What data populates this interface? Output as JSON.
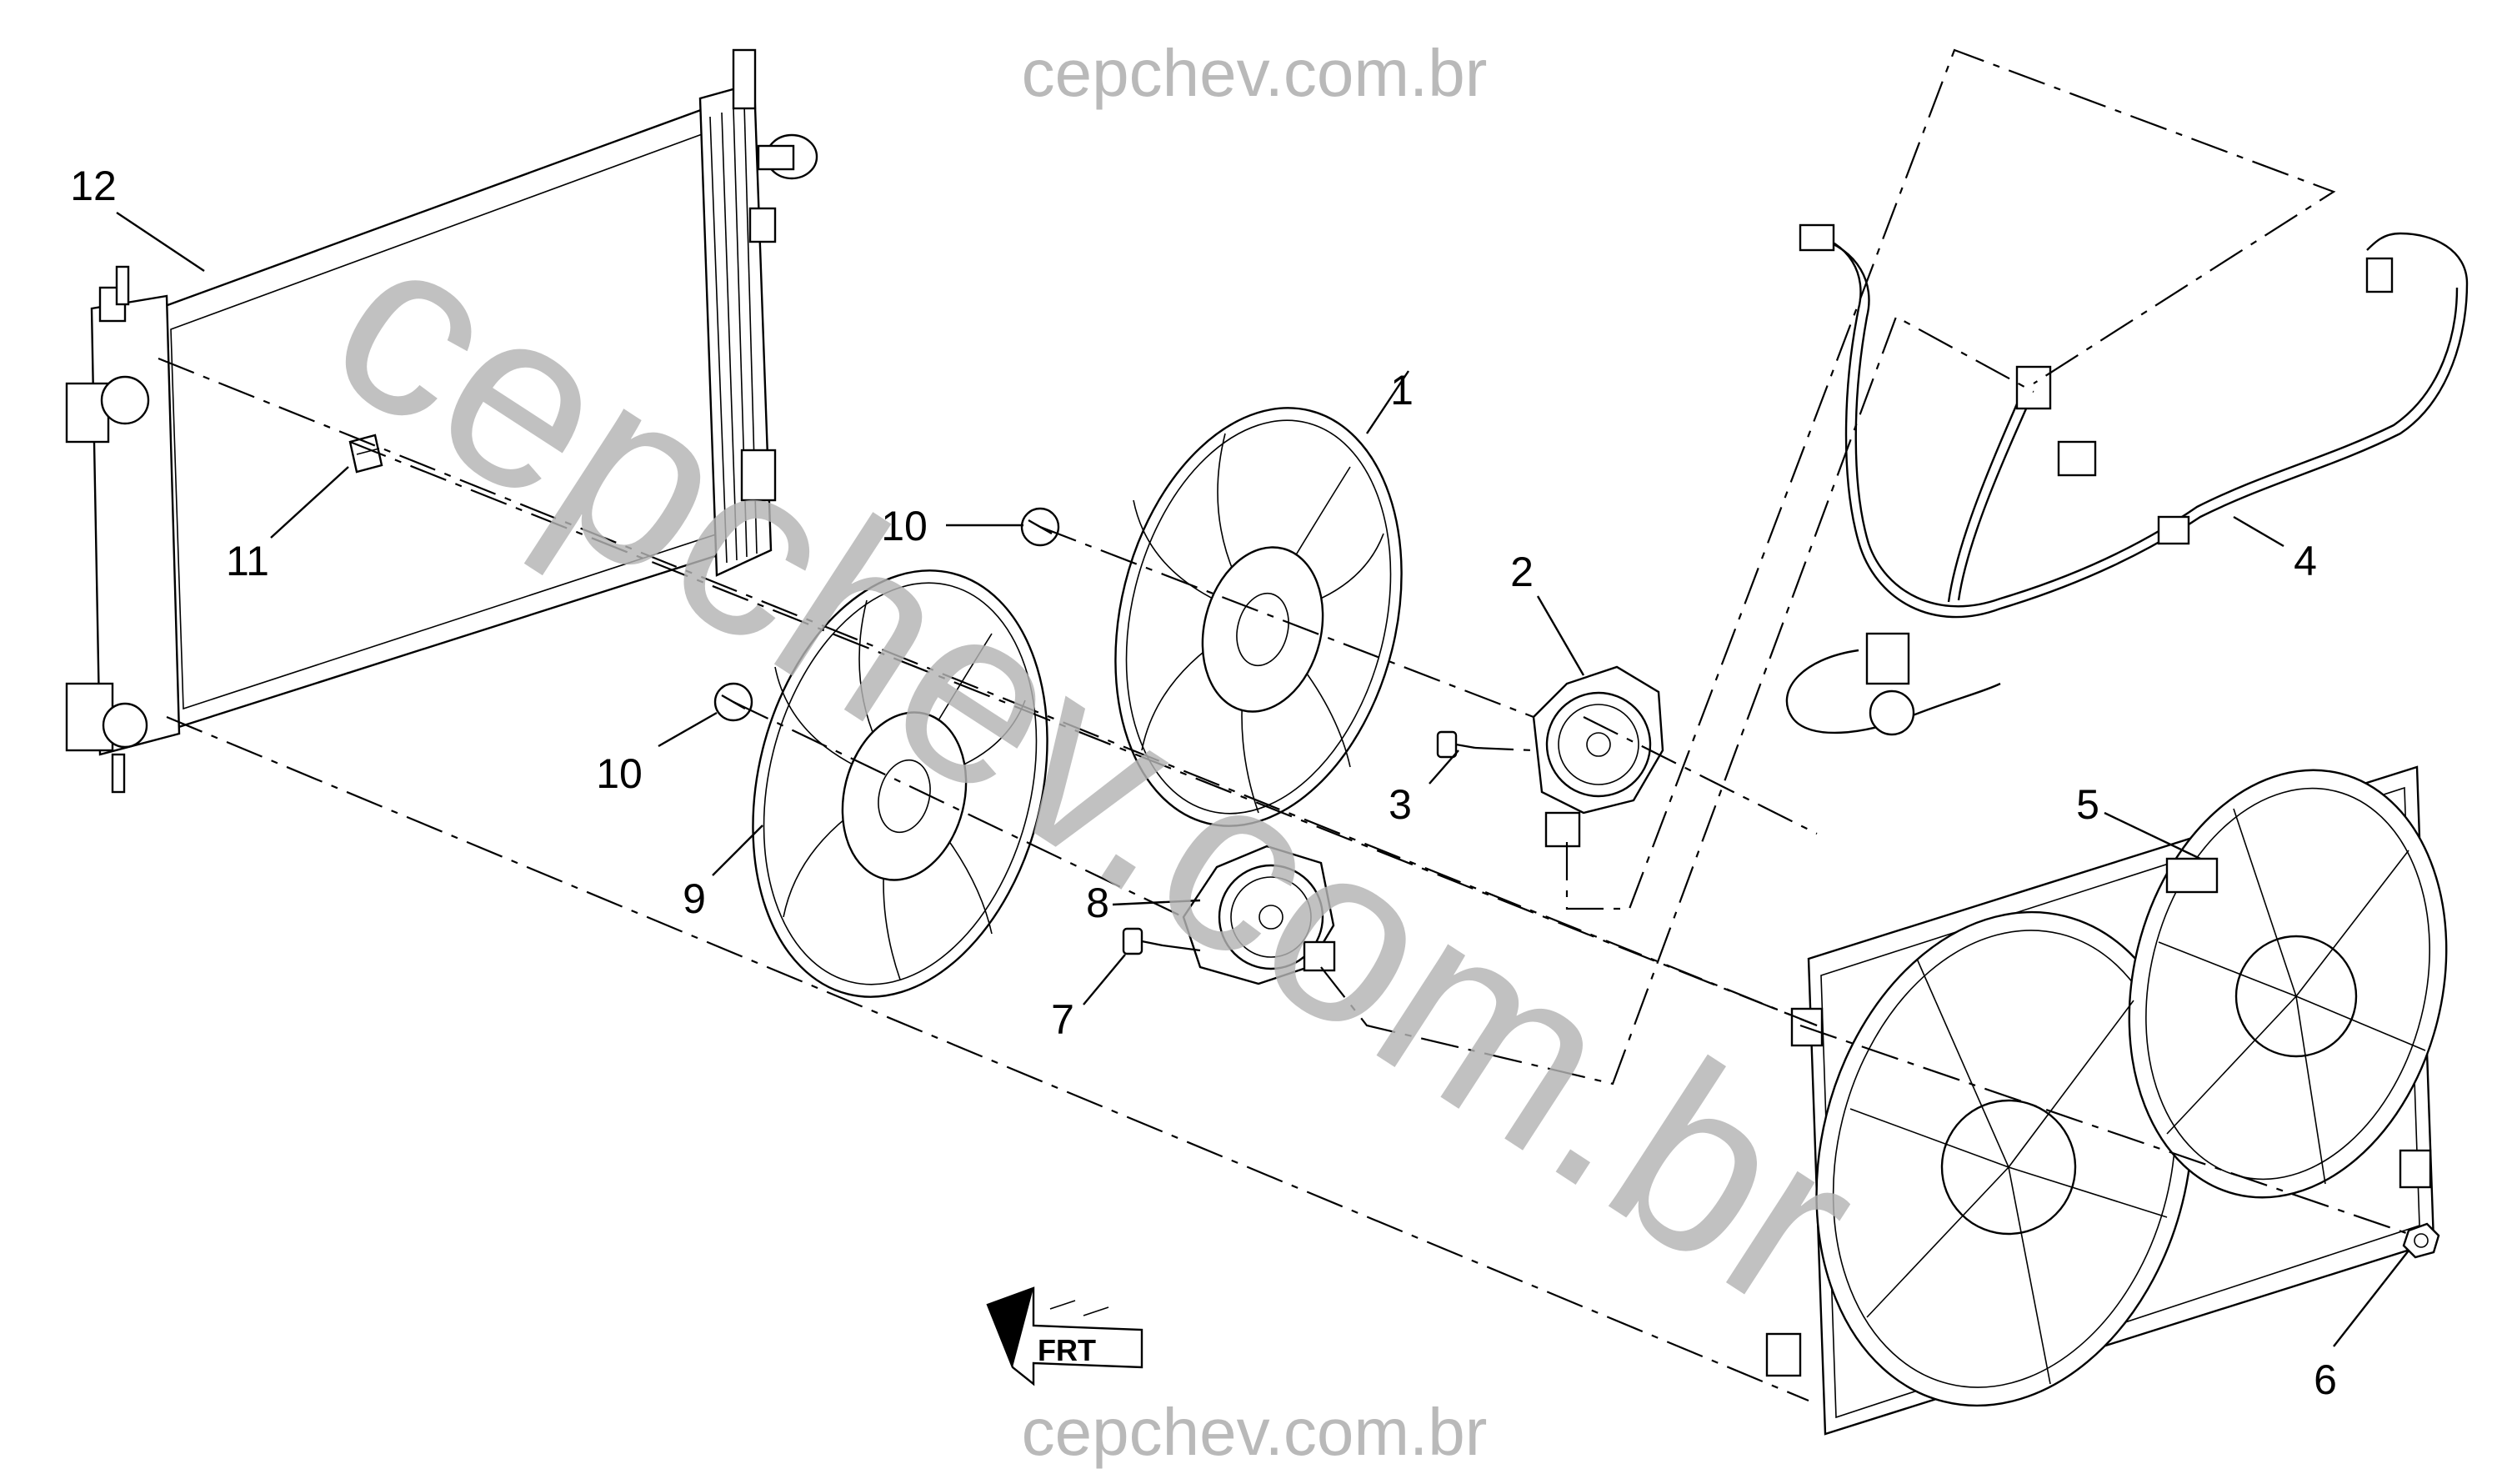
{
  "watermarks": {
    "top": "cepchev.com.br",
    "diagonal": "cepchev.com.br",
    "bottom": "cepchev.com.br"
  },
  "callouts": [
    "1",
    "2",
    "3",
    "4",
    "5",
    "6",
    "7",
    "8",
    "9",
    "10",
    "10",
    "11",
    "12"
  ],
  "direction_label": "FRT",
  "colors": {
    "ink": "#000000",
    "watermark": "#b9b9b9",
    "background": "#ffffff"
  }
}
